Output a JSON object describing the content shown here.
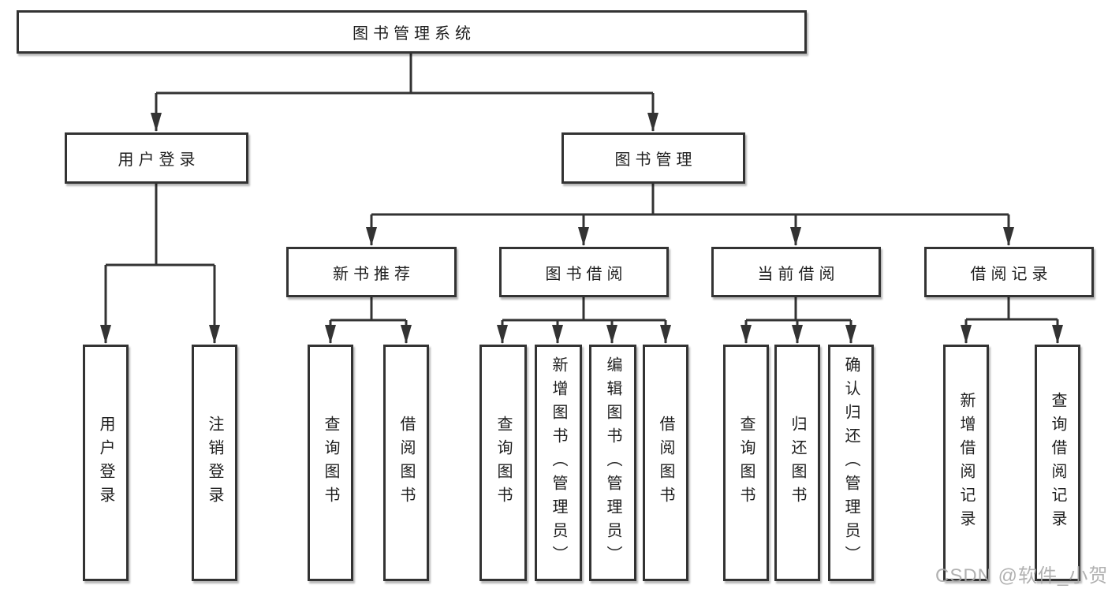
{
  "diagram": {
    "root": {
      "label": "图书管理系统"
    },
    "level2": [
      {
        "label": "用户登录"
      },
      {
        "label": "图书管理"
      }
    ],
    "level3": [
      {
        "label": "新书推荐"
      },
      {
        "label": "图书借阅"
      },
      {
        "label": "当前借阅"
      },
      {
        "label": "借阅记录"
      }
    ],
    "leaves": {
      "user_login": [
        {
          "label": "用户登录"
        },
        {
          "label": "注销登录"
        }
      ],
      "new_book": [
        {
          "label": "查询图书"
        },
        {
          "label": "借阅图书"
        }
      ],
      "borrow": [
        {
          "label": "查询图书"
        },
        {
          "label": "新增图书（管理员）"
        },
        {
          "label": "编辑图书（管理员）"
        },
        {
          "label": "借阅图书"
        }
      ],
      "current": [
        {
          "label": "查询图书"
        },
        {
          "label": "归还图书"
        },
        {
          "label": "确认归还（管理员）"
        }
      ],
      "records": [
        {
          "label": "新增借阅记录"
        },
        {
          "label": "查询借阅记录"
        }
      ]
    }
  },
  "watermark": {
    "text": "CSDN @软件_小贺同学"
  },
  "colors": {
    "line": "#333333",
    "text": "#1f1f1f",
    "watermark": "#a8a8a8"
  }
}
